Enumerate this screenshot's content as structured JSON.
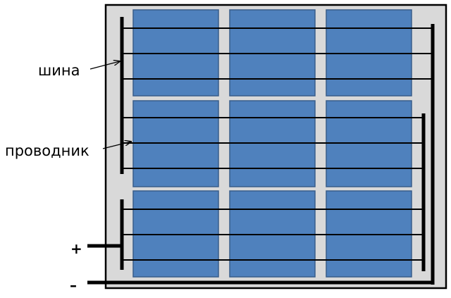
{
  "diagram": {
    "labels": {
      "busbar": "шина",
      "conductor": "проводник",
      "plus": "+",
      "minus": "–"
    },
    "grid": {
      "rows": 3,
      "columns": 3
    },
    "colors": {
      "panel_background": "#d9d9d9",
      "panel_border": "#000000",
      "cell_fill": "#4f81bd",
      "cell_border": "#385d8a",
      "wire": "#000000"
    }
  }
}
